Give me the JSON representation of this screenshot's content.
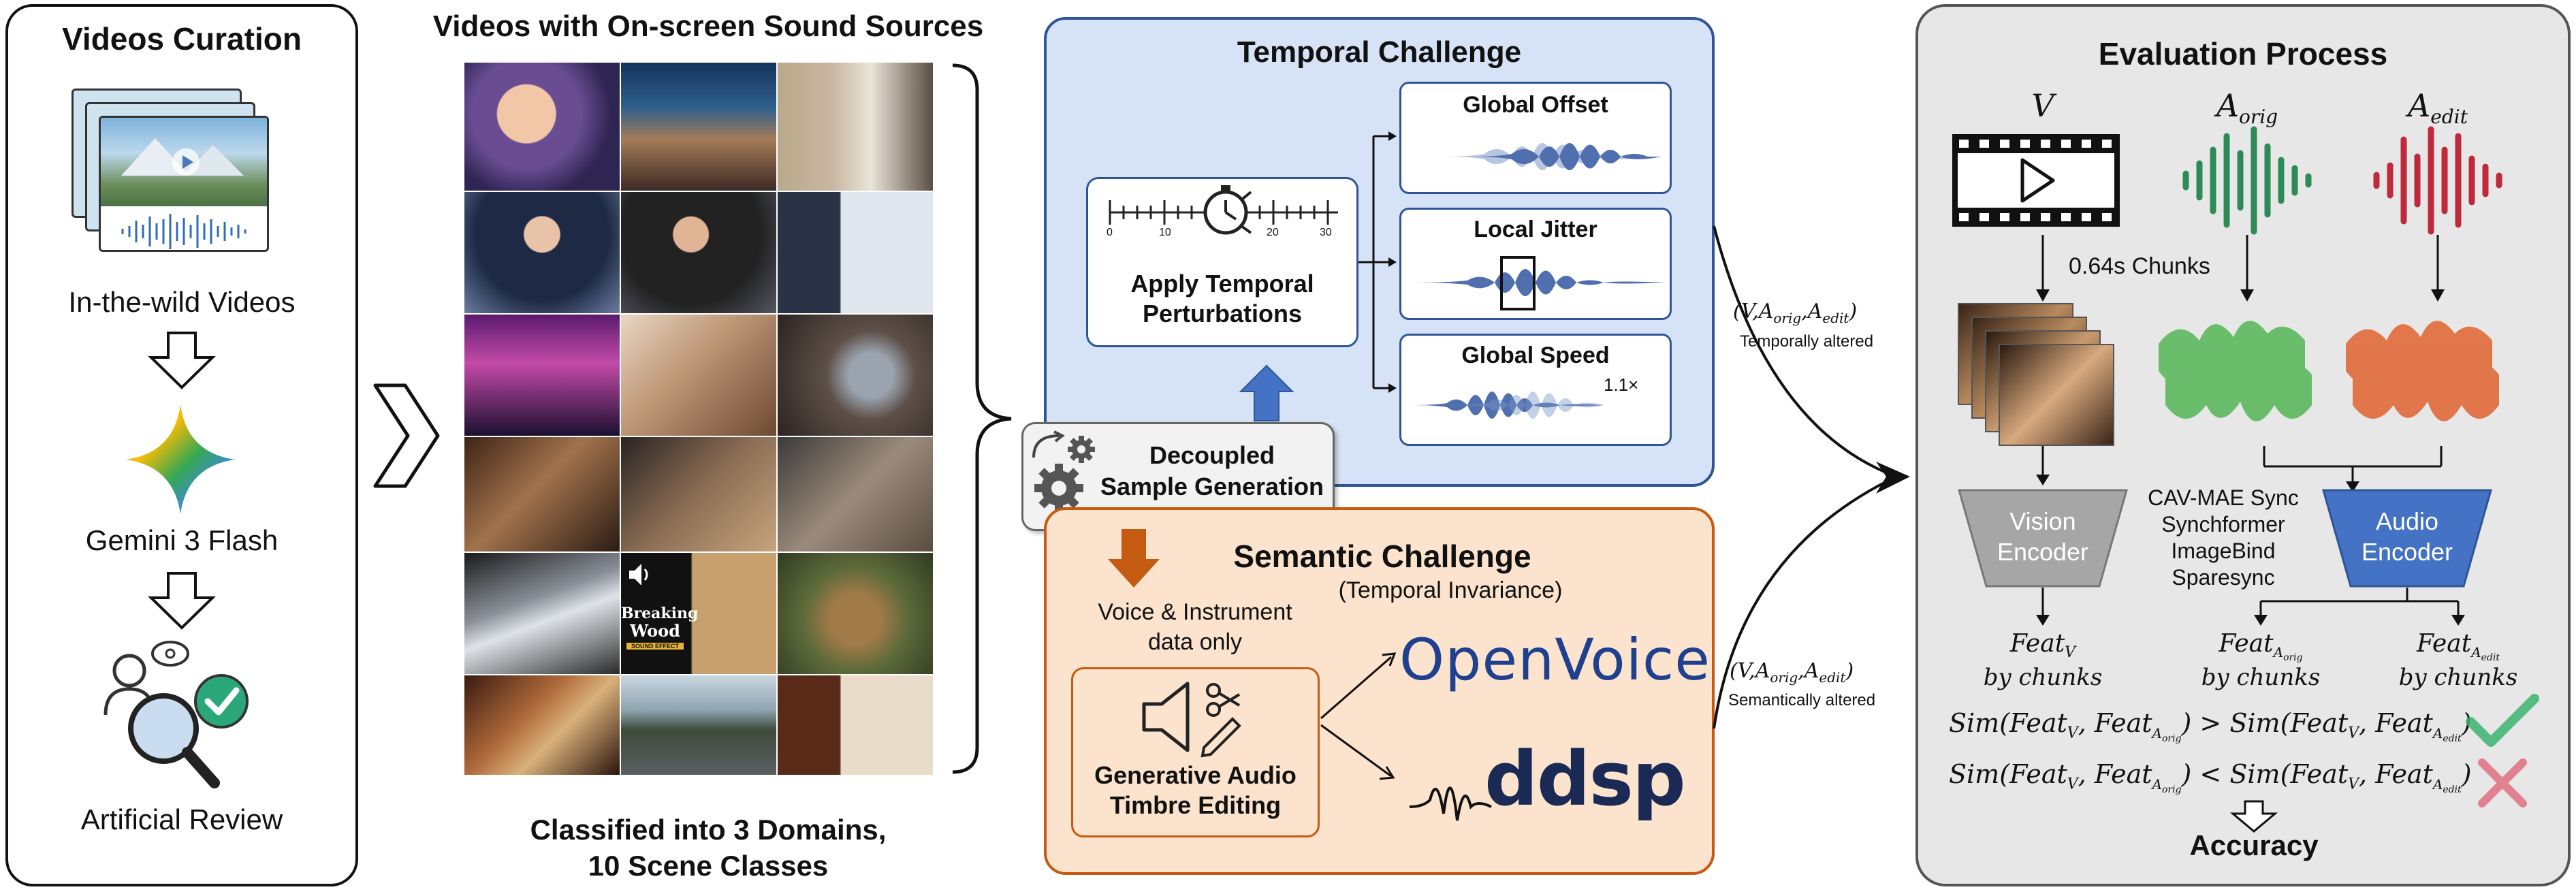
{
  "curation": {
    "title": "Videos Curation",
    "step1": "In-the-wild Videos",
    "step2": "Gemini 3 Flash",
    "step3": "Artificial Review"
  },
  "grid": {
    "title": "Videos with On-screen Sound Sources",
    "footer_line1": "Classified into 3 Domains,",
    "footer_line2": "10 Scene Classes",
    "thumb_logo_line1": "Breaking",
    "thumb_logo_line2": "Wood",
    "thumb_logo_line3": "SOUND EFFECT"
  },
  "temporal": {
    "title": "Temporal Challenge",
    "ruler_ticks": [
      "0",
      "10",
      "20",
      "30"
    ],
    "apply_line1": "Apply Temporal",
    "apply_line2": "Perturbations",
    "offset": "Global Offset",
    "jitter": "Local Jitter",
    "speed": "Global Speed",
    "speed_value": "1.1×"
  },
  "decoupled": {
    "line1": "Decoupled",
    "line2": "Sample Generation"
  },
  "semantic": {
    "title": "Semantic Challenge",
    "subtitle": "(Temporal Invariance)",
    "note_line1": "Voice & Instrument",
    "note_line2": "data only",
    "box_line1": "Generative Audio",
    "box_line2": "Timbre Editing",
    "logo1": "OpenVoice",
    "logo2": "ddsp"
  },
  "edges": {
    "temporal_tuple": "(V,A_orig,A_edit)",
    "temporal_label": "Temporally altered",
    "semantic_tuple": "(V,A_orig,A_edit)",
    "semantic_label": "Semantically altered"
  },
  "evaluation": {
    "title": "Evaluation Process",
    "v_label": "V",
    "aorig_label": "A_orig",
    "aedit_label": "A_edit",
    "chunks": "0.64s Chunks",
    "vision_line1": "Vision",
    "vision_line2": "Encoder",
    "audio_line1": "Audio",
    "audio_line2": "Encoder",
    "models": [
      "CAV-MAE Sync",
      "Synchformer",
      "ImageBind",
      "Sparesync"
    ],
    "feat_v": "Feat_V",
    "feat_orig": "Feat_A_orig",
    "feat_edit": "Feat_A_edit",
    "by_chunks": "by chunks",
    "ineq1": "Sim(Feat_V, Feat_A_orig) > Sim(Feat_V, Feat_A_edit)",
    "ineq2": "Sim(Feat_V, Feat_A_orig) < Sim(Feat_V, Feat_A_edit)",
    "result": "Accuracy"
  },
  "colors": {
    "temporal_bg": "#d6e2f5",
    "temporal_border": "#2f5597",
    "semantic_bg": "#fbe3cd",
    "semantic_border": "#c55a11",
    "eval_bg": "#e7e7e7",
    "audio_encoder": "#4472c4",
    "vision_encoder": "#a6a6a6",
    "orig_wave": "#2e8b57",
    "edit_wave": "#c0283c",
    "arrow_blue": "#4472c4",
    "arrow_orange": "#c55a11"
  },
  "icons": [
    "film-play-icon",
    "gemini-star-icon",
    "stopwatch-icon",
    "gears-icon",
    "speaker-scissors-icon",
    "checkmark-icon",
    "cross-icon",
    "reviewer-magnifier-icon"
  ]
}
